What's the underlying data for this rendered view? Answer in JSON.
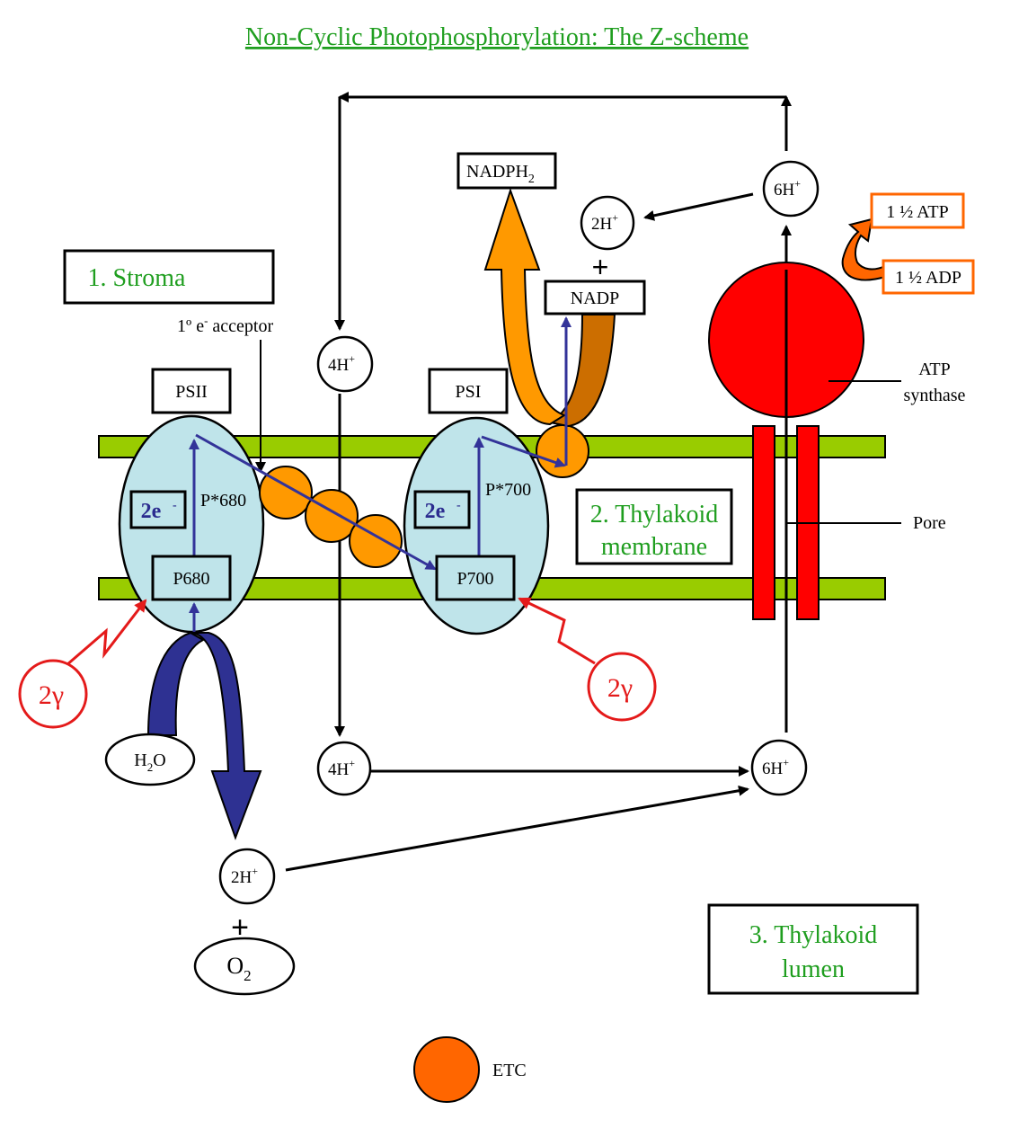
{
  "title": "Non-Cyclic Photophosphorylation: The Z-scheme",
  "regions": {
    "stroma": "1. Stroma",
    "membrane_line1": "2. Thylakoid",
    "membrane_line2": "membrane",
    "lumen_line1": "3. Thylakoid",
    "lumen_line2": "lumen"
  },
  "photosystems": {
    "psii": "PSII",
    "psi": "PSI",
    "p680": "P680",
    "p700": "P700",
    "p680_excited": "P*680",
    "p700_excited": "P*700",
    "electrons": "2e",
    "electrons_sup": "-"
  },
  "labels": {
    "primary_acceptor": "1º e",
    "primary_acceptor_sup": "-",
    "primary_acceptor_rest": " acceptor",
    "atp_synthase_line1": "ATP",
    "atp_synthase_line2": "synthase",
    "pore": "Pore",
    "etc": "ETC"
  },
  "molecules": {
    "nadph2": "NADPH",
    "nadph2_sub": "2",
    "nadp": "NADP",
    "atp": "1 ½ ATP",
    "adp": "1 ½ ADP",
    "h2o_h": "H",
    "h2o_sub": "2",
    "h2o_o": "O",
    "o2": "O",
    "o2_sub": "2",
    "plus": "+"
  },
  "ions": {
    "h_stroma_left": "4H",
    "h_lumen_left": "4H",
    "h_stroma_nadp": "2H",
    "h_lumen_water": "2H",
    "h_stroma_right": "6H",
    "h_lumen_right": "6H",
    "sup": "+"
  },
  "photons": {
    "left": "2γ",
    "right": "2γ"
  },
  "colors": {
    "title_green": "#1f9e1f",
    "membrane_green": "#99cc00",
    "photosystem_blue": "#bfe4ea",
    "etc_orange": "#ff9900",
    "etc_legend_orange": "#ff6600",
    "atp_red": "#ff0000",
    "electron_path": "#333399",
    "water_arrow": "#2e3192"
  }
}
